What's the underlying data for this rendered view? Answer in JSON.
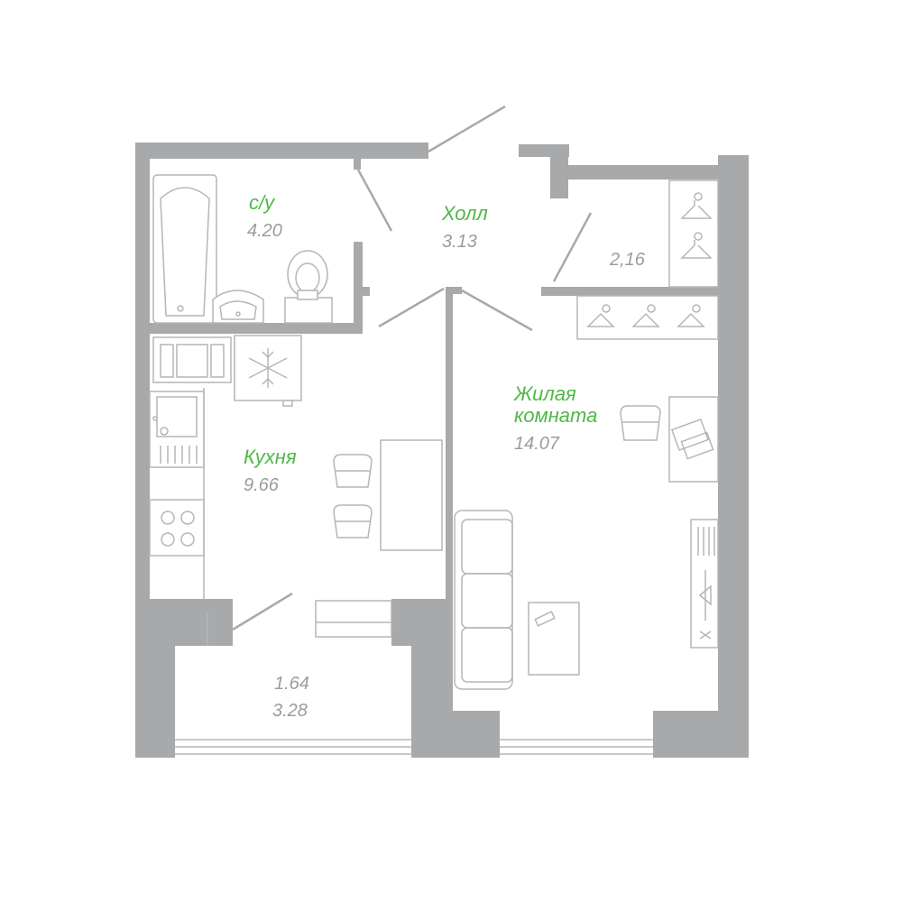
{
  "rooms": {
    "bathroom": {
      "name": "с/у",
      "area": "4.20"
    },
    "hall": {
      "name": "Холл",
      "area": "3.13"
    },
    "closet": {
      "area": "2,16"
    },
    "living": {
      "name_line1": "Жилая",
      "name_line2": "комната",
      "area": "14.07"
    },
    "kitchen": {
      "name": "Кухня",
      "area": "9.66"
    },
    "balcony": {
      "area_line1": "1.64",
      "area_line2": "3.28"
    }
  },
  "colors": {
    "room_name": "#4fb848",
    "room_area": "#9a9c9e",
    "wall": "#a7a9ab",
    "furniture_line": "#b4b6b8"
  }
}
